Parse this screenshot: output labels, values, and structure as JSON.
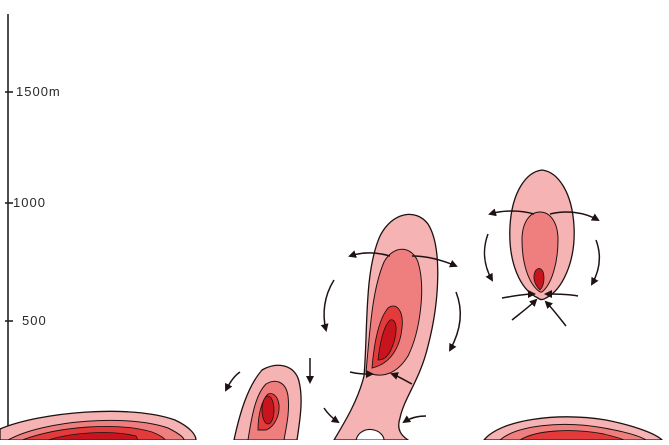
{
  "axis": {
    "tick_labels": [
      "1500m",
      "1000",
      "500"
    ]
  },
  "colors": {
    "outline": "#1e1212",
    "outer": "#f6b3b3",
    "mid": "#ef7f7f",
    "inner": "#e33b3b",
    "core": "#c8141e",
    "axis": "#222222",
    "background": "#ffffff"
  }
}
